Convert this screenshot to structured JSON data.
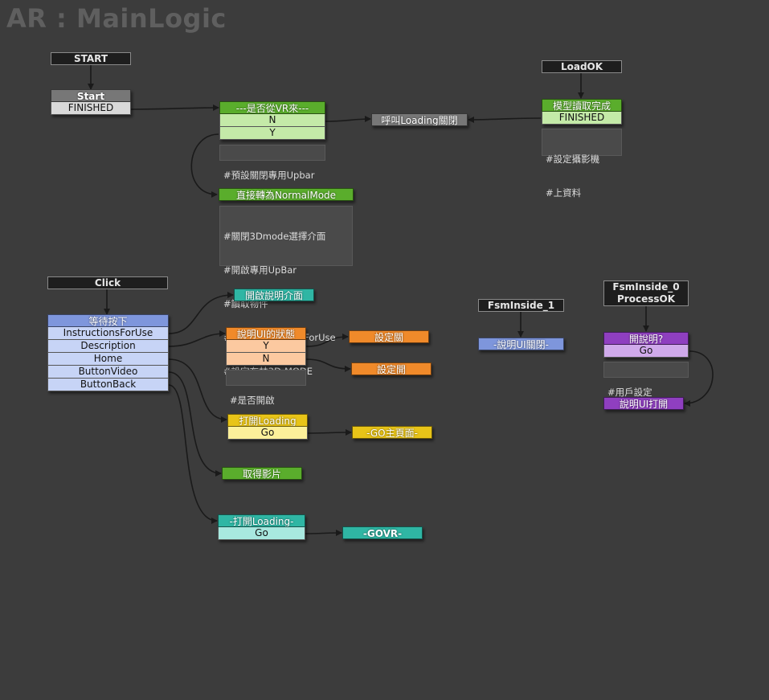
{
  "title": "AR : MainLogic",
  "events": {
    "start": "START",
    "loadok": "LoadOK",
    "click": "Click",
    "fsm1": "FsmInside_1",
    "fsm0_line1": "FsmInside_0",
    "fsm0_line2": "ProcessOK"
  },
  "states": {
    "start": {
      "name": "Start",
      "rows": [
        "FINISHED"
      ]
    },
    "vr": {
      "name": "---是否從VR來---",
      "rows": [
        "N",
        "Y"
      ]
    },
    "callload": {
      "name": "呼叫Loading關閉"
    },
    "model": {
      "name": "模型讀取完成",
      "rows": [
        "FINISHED"
      ]
    },
    "normal": {
      "name": "直接轉為NormalMode"
    },
    "wait": {
      "name": "等待按下",
      "rows": [
        "InstructionsForUse",
        "Description",
        "Home",
        "ButtonVideo",
        "ButtonBack"
      ]
    },
    "openinfo": {
      "name": "開啟說明介面"
    },
    "uistate": {
      "name": "說明UI的狀態",
      "rows": [
        "Y",
        "N"
      ]
    },
    "setclose": {
      "name": "設定關"
    },
    "setopen": {
      "name": "設定開"
    },
    "fsm1ui": {
      "name": "-說明UI關閉-"
    },
    "explain": {
      "name": "開說明?",
      "rows": [
        "Go"
      ]
    },
    "uiopen": {
      "name": "說明UI打開"
    },
    "openload": {
      "name": "打開Loading",
      "rows": [
        "Go"
      ]
    },
    "gomain": {
      "name": "-GO主頁面-"
    },
    "getvideo": {
      "name": "取得影片"
    },
    "openload2": {
      "name": "-打開Loading-",
      "rows": [
        "Go"
      ]
    },
    "govr": {
      "name": "-GOVR-"
    }
  },
  "comments": {
    "vr": [
      "#預設關閉專用Upbar"
    ],
    "model": [
      "#設定攝影機",
      "#上資料"
    ],
    "normal": [
      "#關閉3Dmode選擇介面",
      "#開啟專用UpBar",
      "#讀取物件",
      "#關閉InstructionsForUse",
      "#設定布林3D-MODE"
    ],
    "uistate": [
      "#是否開啟"
    ],
    "explain": [
      "#用戶設定"
    ]
  },
  "colors": {
    "background": "#3c3c3c",
    "wire": "#1a1a1a"
  }
}
